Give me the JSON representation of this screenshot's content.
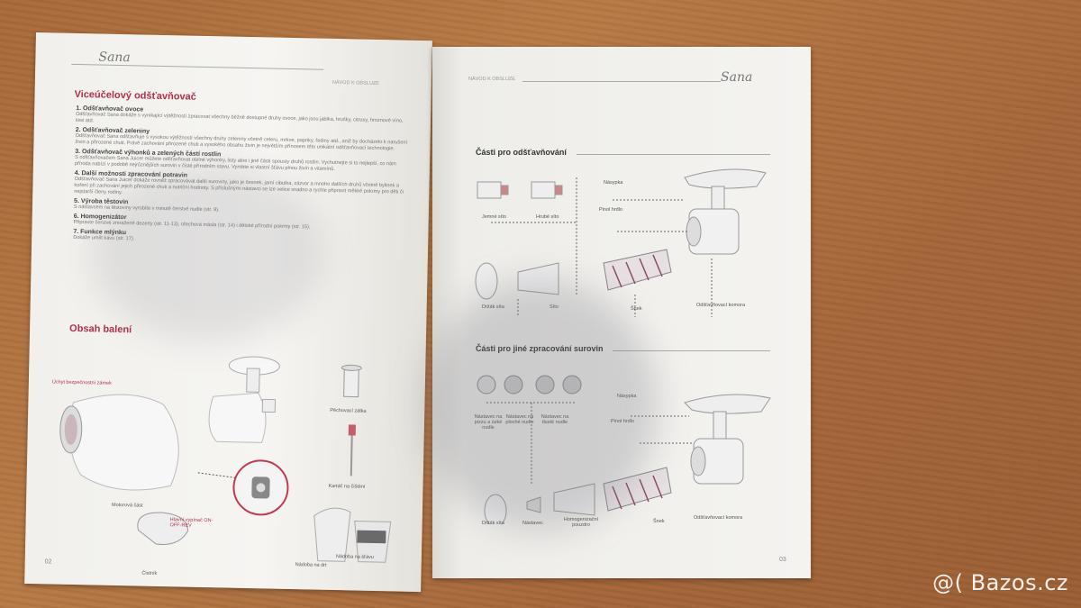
{
  "left_page": {
    "brand": "Sana",
    "header": "NÁVOD K OBSLUZE",
    "title": "Viceúčelový odšťavňovač",
    "items": [
      {
        "title": "1. Odšťavňovač ovoce",
        "body": "Odšťavňovač Sana dokáže s vynikající výtěžností zpracovat všechny běžně dostupné druhy ovoce, jako jsou jablka, hrušky, citrusy, hroznové víno, kiwi atd."
      },
      {
        "title": "2. Odšťavňovač zeleniny",
        "body": "Odšťavňovač Sana odšťavňuje s vysokou výtěžností všechny druhy zeleniny včetně celeru, mrkve, papriky, řediny atd., aniž by docházelo k narušení živin a přirozené chuti. Právě zachování přirozené chuti a vysokého obsahu živin je největším přínosem této unikátní odšťavňovací technologie."
      },
      {
        "title": "3. Odšťavňovač výhonků a zelených částí rostlin",
        "body": "S odšťavňovačem Sana Juicer můžete odšťavňovat obilné výhonky, listy aloe i jiné části spousty druhů rostlin. Vychutnejte si to nejlepší, co nám příroda nabízí v podobě nejrůznějších surovin v čisté přírodním stavu. Vyrobte si vlastní šťávu plnou živin a vitamínů."
      },
      {
        "title": "4. Další možnosti zpracování potravin",
        "body": "Odšťavňovač Sana Juicer dokáže rovněž zpracovávat další suroviny, jako je česnek, jarní cibulka, zázvor a mnoho dalších druhů včetně bylinek a koření při zachování jejich přirozené chuti a nutriční hodnoty. S příslušnými nástavci se lze velice snadno a rychle připravit měkké pokrmy pro děti či nejstarší členy rodiny."
      },
      {
        "title": "5. Výroba těstovin",
        "body": "S nástavcem na těstoviny vyrobíte v minutě čerstvé nudle (str. 9)."
      },
      {
        "title": "6. Homogenizátor",
        "body": "Připravte čerstvé zmražené dezerty (str. 11-13), ořechová másla (str. 14) i dětské přírodní pokrmy (str. 15)."
      },
      {
        "title": "7. Funkce mlýnku",
        "body": "Dokáže umlít kávu (str. 17)."
      }
    ],
    "package_title": "Obsah balení",
    "labels": {
      "lock": "Úchyt bezpečnostní zámek",
      "motor": "Motorová část",
      "switch": "Hlavní vypínač ON-OFF-REV",
      "cleaner": "Čistník",
      "pusher": "Pěchovací zátka",
      "brush": "Kartáč na čištění",
      "cup_pulp": "Nádoba na drt",
      "cup_juice": "Nádoba na šťávu"
    },
    "page_number": "02"
  },
  "right_page": {
    "brand": "Sana",
    "header": "NÁVOD K OBSLUZE",
    "section1": {
      "title": "Části pro odšťavňování",
      "labels": {
        "fine_sieve": "Jemné síto",
        "coarse_sieve": "Hrubé síto",
        "hopper": "Násypka",
        "screw_holder": "Pinol hrdlo",
        "sieve_holder": "Držák síta",
        "sieve": "Síto",
        "auger": "Šnek",
        "chamber": "Odšťavňovací komora"
      }
    },
    "section2": {
      "title": "Části pro jiné zpracování surovin",
      "labels": {
        "nozzle_thin": "Nástavec na pizzu a úzké nudle",
        "nozzle_wide": "Nástavec na ploché nudle",
        "nozzle_thick": "Nástavec na tlusté nudle",
        "hopper": "Násypka",
        "screw_holder": "Pinol hrdlo",
        "sieve_holder": "Držák síta",
        "nozzle": "Nástavec",
        "homog": "Homogenizační pouzdro",
        "auger": "Šnek",
        "chamber": "Odšťavňovací komora"
      }
    },
    "page_number": "03"
  },
  "watermark": "@( Bazos.cz"
}
